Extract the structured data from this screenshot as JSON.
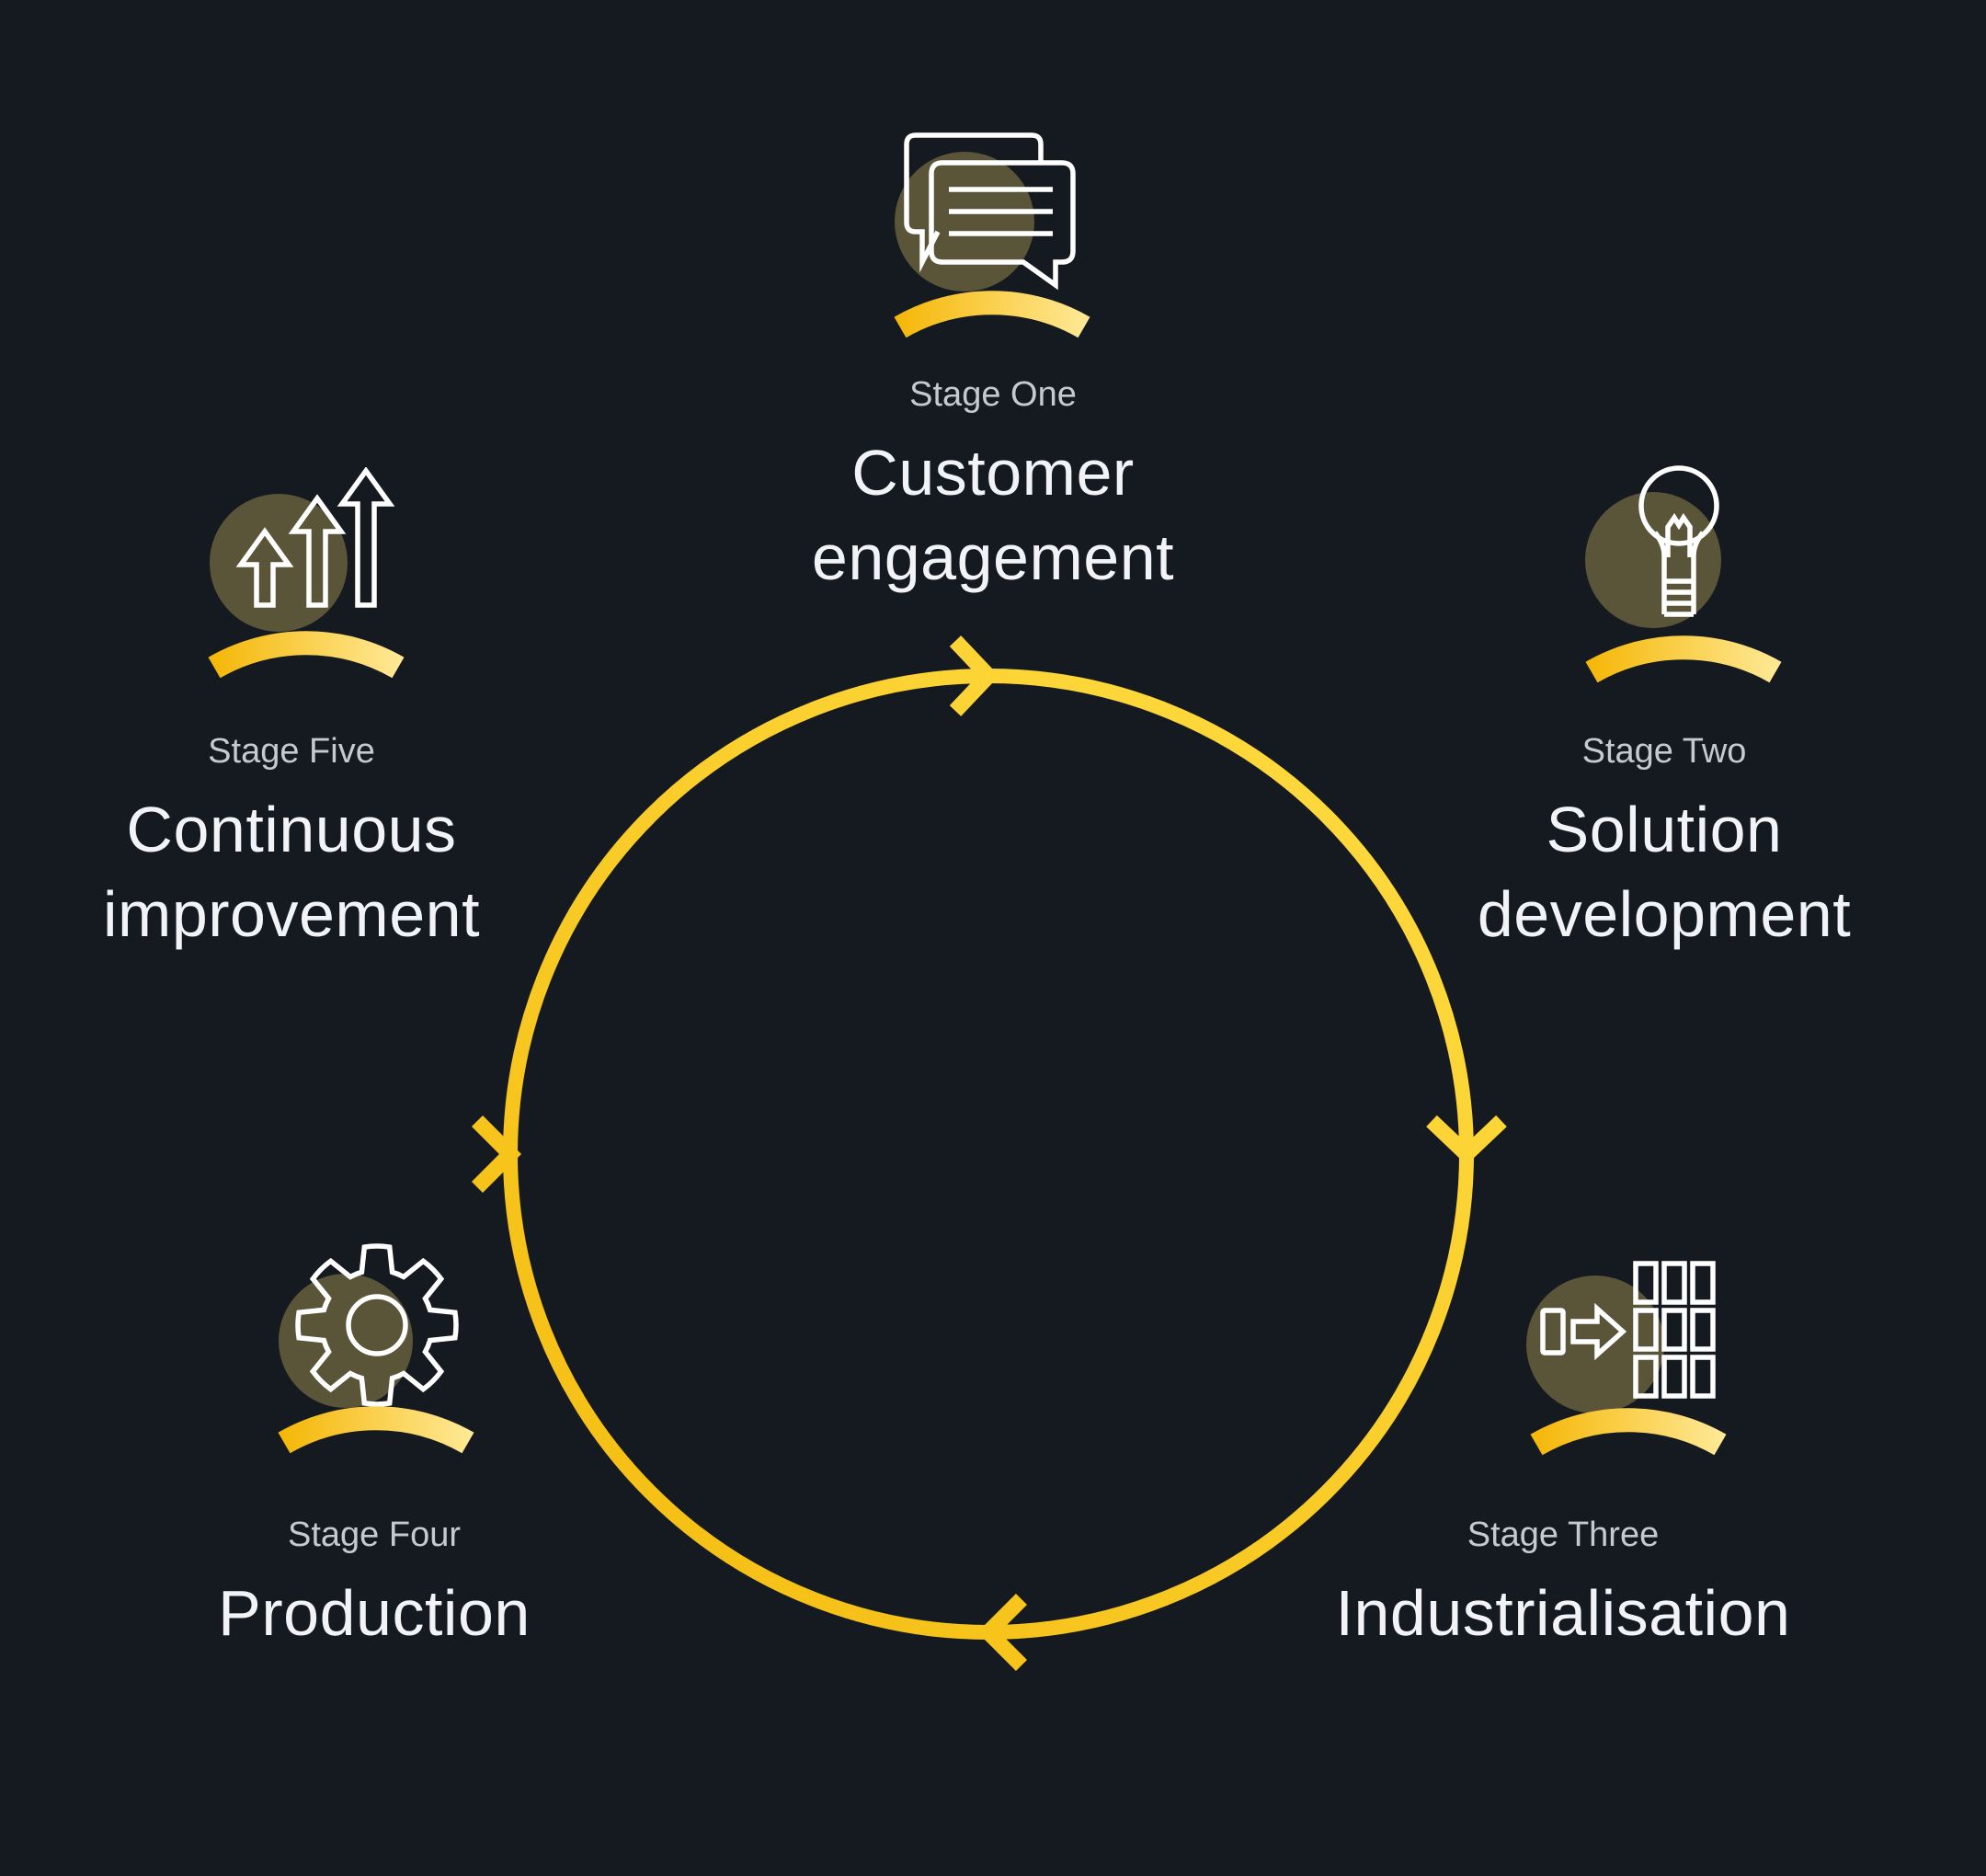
{
  "palette": {
    "background": "#151a20",
    "ring_yellow_deep": "#f4bb0e",
    "ring_yellow_light": "#ffdd44",
    "swoosh_gold": "#f5b80a",
    "swoosh_pale": "#ffe893",
    "halo_olive": "#5a5539",
    "icon_stroke": "#ffffff",
    "label_gray": "#c4cad1",
    "title_white": "#f1f3f6"
  },
  "cycle": {
    "direction": "clockwise",
    "arrow_count": 4
  },
  "stages": [
    {
      "label": "Stage One",
      "title": "Customer engagement",
      "icon": "chat-bubbles-icon"
    },
    {
      "label": "Stage Two",
      "title": "Solution development",
      "icon": "lightbulb-icon"
    },
    {
      "label": "Stage Three",
      "title": "Industrialisation",
      "icon": "scale-out-grid-icon"
    },
    {
      "label": "Stage Four",
      "title": "Production",
      "icon": "gear-icon"
    },
    {
      "label": "Stage Five",
      "title": "Continuous improvement",
      "icon": "growth-arrows-icon"
    }
  ]
}
